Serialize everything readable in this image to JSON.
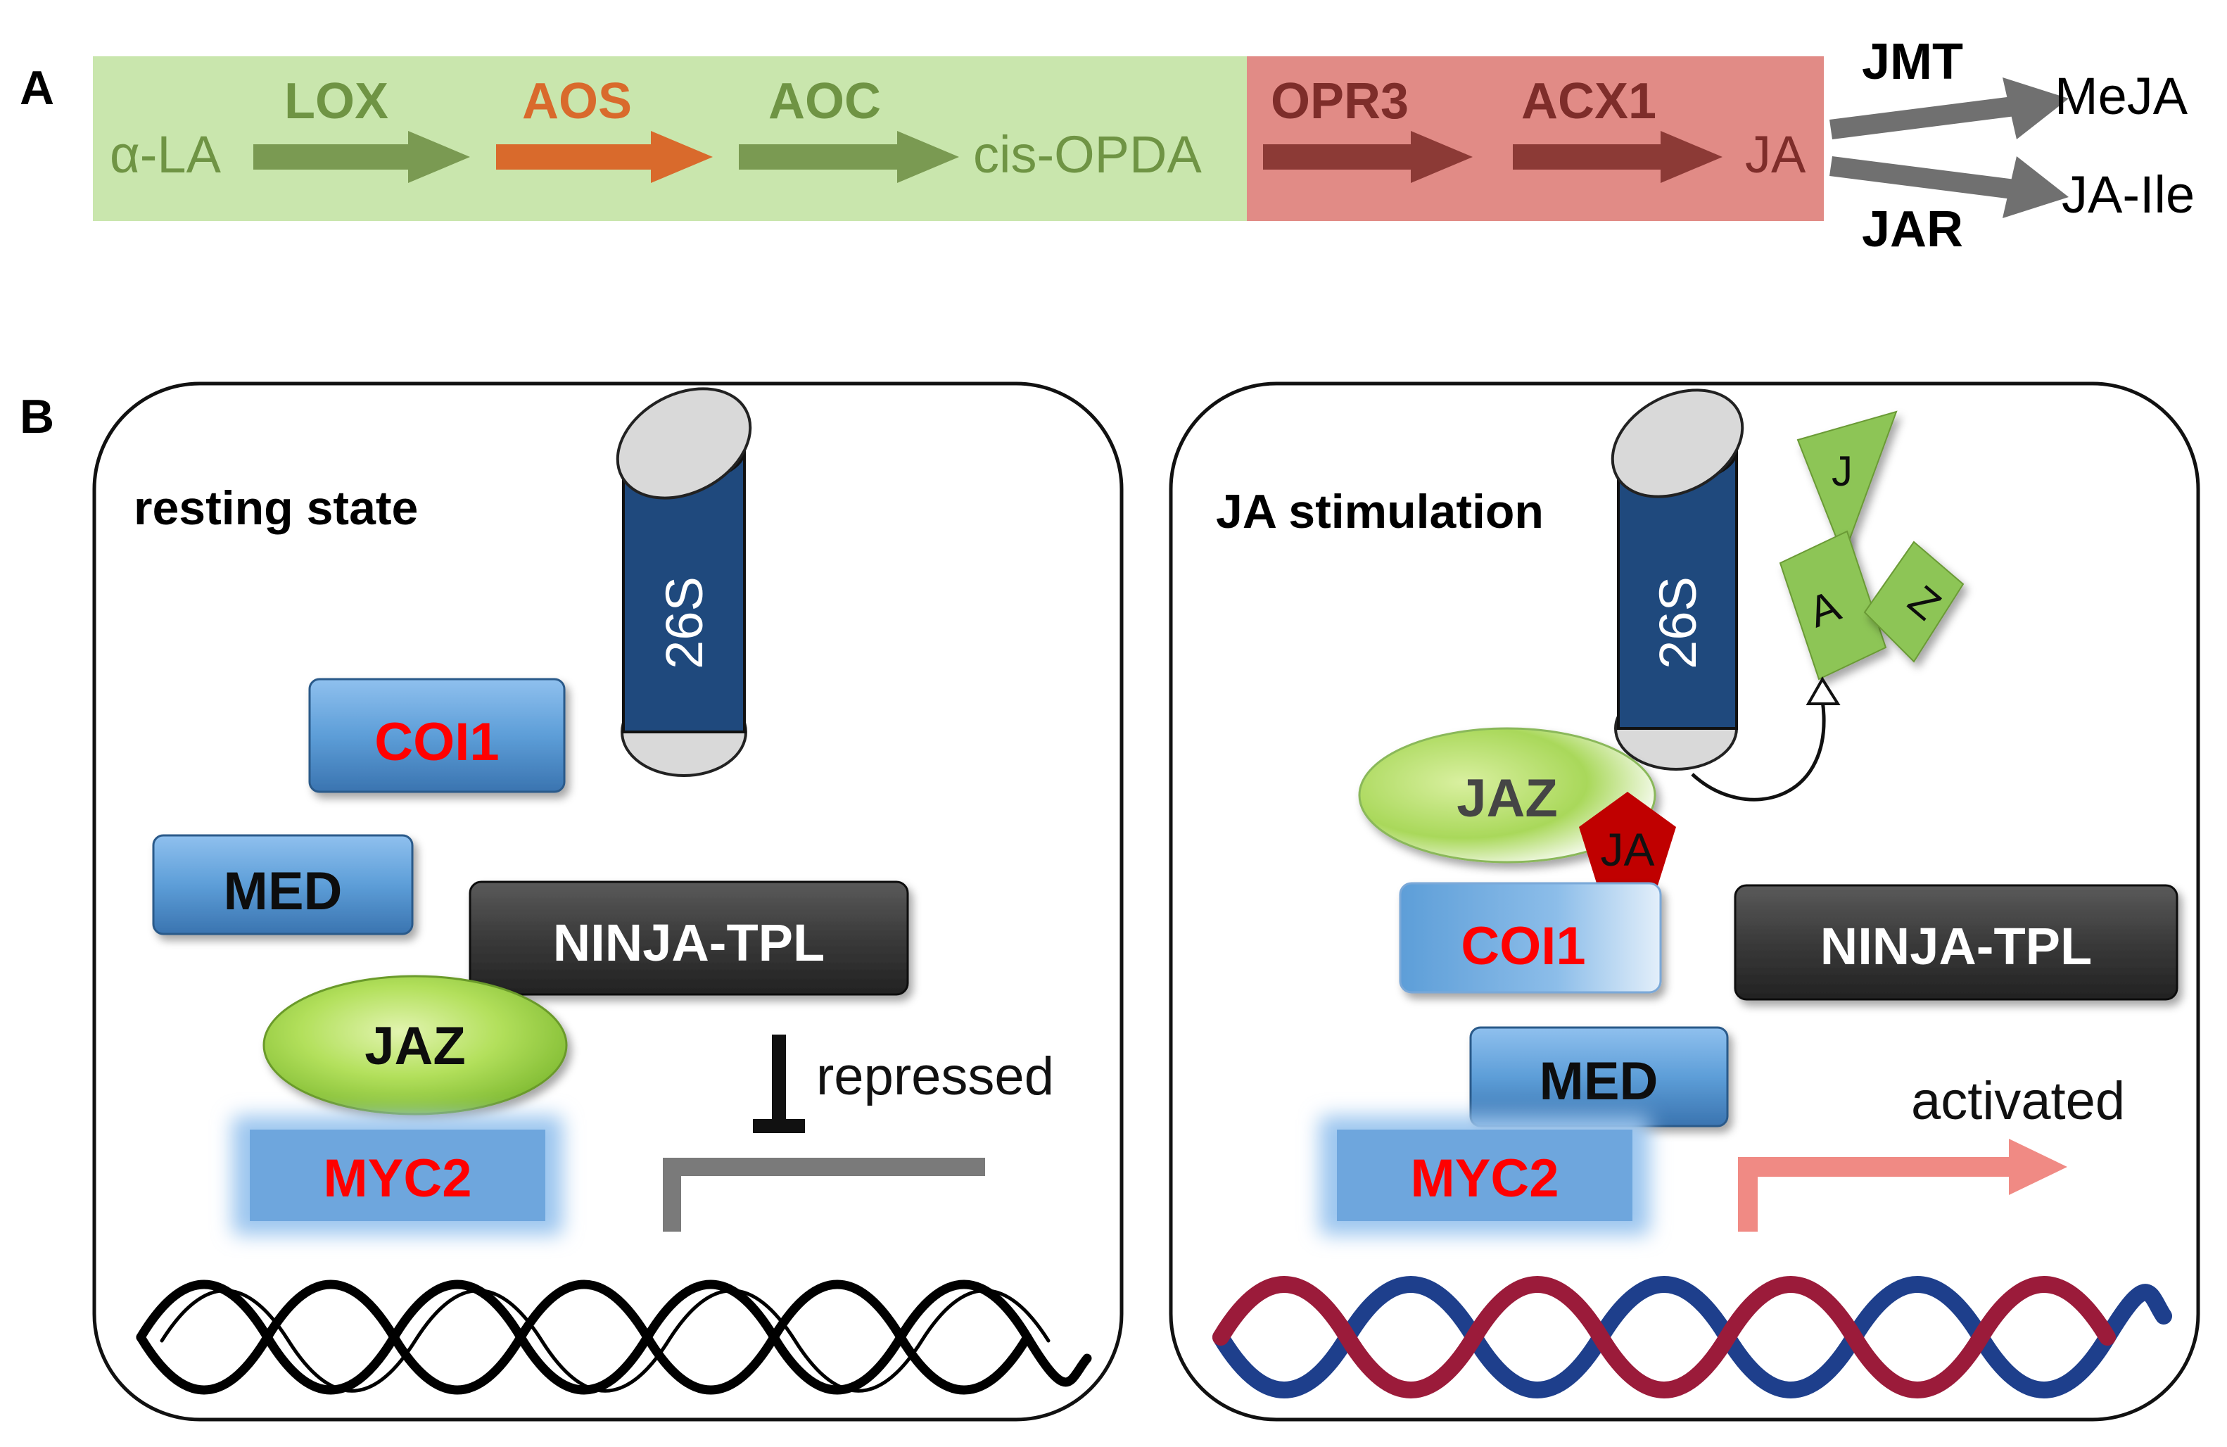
{
  "panel_a": {
    "label": "A",
    "substrate": "α-LA",
    "enzymes": [
      "LOX",
      "AOS",
      "AOC",
      "OPR3",
      "ACX1"
    ],
    "intermediate": "cis-OPDA",
    "product": "JA",
    "branch_enzymes": [
      "JMT",
      "JAR"
    ],
    "branch_products": [
      "MeJA",
      "JA-Ile"
    ],
    "colors": {
      "chloroplast_bg": "#c9e6ad",
      "peroxisome_bg": "#e18b86",
      "green_text": "#6f9444",
      "aos_orange": "#d96a2c",
      "dark_red": "#7e2d2a",
      "gray_arrow": "#707070"
    }
  },
  "panel_b": {
    "label": "B",
    "resting": {
      "title": "resting state",
      "proteasome": "26S",
      "coi1": "COI1",
      "med": "MED",
      "ninja": "NINJA-TPL",
      "jaz": "JAZ",
      "myc2": "MYC2",
      "status": "repressed"
    },
    "stimulated": {
      "title": "JA stimulation",
      "proteasome": "26S",
      "fragments": [
        "J",
        "A",
        "Z"
      ],
      "jaz": "JAZ",
      "ja": "JA",
      "coi1": "COI1",
      "ninja": "NINJA-TPL",
      "med": "MED",
      "myc2": "MYC2",
      "status": "activated"
    },
    "colors": {
      "blue_box": "#5b9bd5",
      "dark_blue": "#1f497d",
      "red_text": "#ff0000",
      "green_jaz": "#a6d84a",
      "dark_gray": "#3a3a3a",
      "ja_red": "#c00000",
      "dna_red": "#9b1b3a",
      "dna_blue": "#1e3f8c",
      "activation_arrow": "#f08a84"
    }
  }
}
